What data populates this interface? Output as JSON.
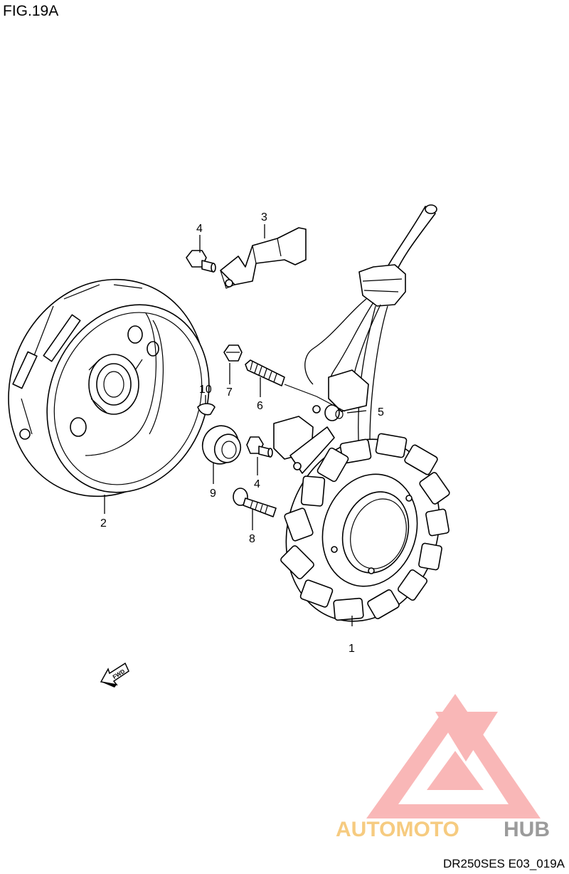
{
  "figure": {
    "title": "FIG.19A",
    "code": "DR250SES E03_019A"
  },
  "callouts": [
    {
      "id": "callout-1",
      "label": "1"
    },
    {
      "id": "callout-2",
      "label": "2"
    },
    {
      "id": "callout-3",
      "label": "3"
    },
    {
      "id": "callout-4a",
      "label": "4"
    },
    {
      "id": "callout-4b",
      "label": "4"
    },
    {
      "id": "callout-5",
      "label": "5"
    },
    {
      "id": "callout-6",
      "label": "6"
    },
    {
      "id": "callout-7",
      "label": "7"
    },
    {
      "id": "callout-8",
      "label": "8"
    },
    {
      "id": "callout-9",
      "label": "9"
    },
    {
      "id": "callout-10",
      "label": "10"
    }
  ],
  "fwd_arrow": {
    "label": "FWD"
  },
  "watermark": {
    "part1": "AUTOMOTO",
    "part2": "HUB",
    "color_main": "#f26b6b",
    "color_accent": "#f5a623",
    "color_dark": "#7a7a7a"
  }
}
